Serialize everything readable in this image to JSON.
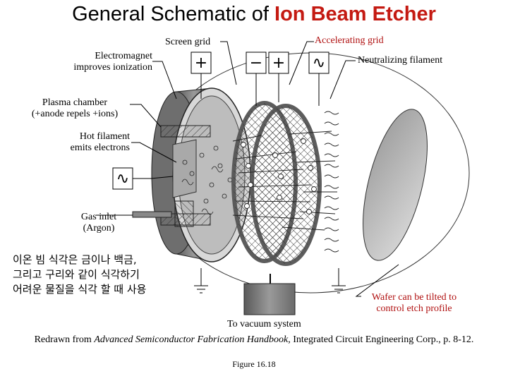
{
  "title": {
    "prefix": "General Schematic of ",
    "highlight": "Ion Beam Etcher"
  },
  "labels": {
    "screen_grid": "Screen grid",
    "accelerating_grid": "Accelerating grid",
    "electromagnet_line1": "Electromagnet",
    "electromagnet_line2": "improves ionization",
    "neutralizing_filament": "Neutralizing filament",
    "plasma_line1": "Plasma chamber",
    "plasma_line2": "(+anode repels +ions)",
    "hot_filament_line1": "Hot filament",
    "hot_filament_line2": "emits electrons",
    "gas_inlet_line1": "Gas inlet",
    "gas_inlet_line2": "(Argon)",
    "wafer_line1": "Wafer can be tilted to",
    "wafer_line2": "control etch profile",
    "vacuum": "To vacuum system"
  },
  "symbols": {
    "plus": "+",
    "minus": "−",
    "ac": "∿"
  },
  "korean_note": "이온 빔 식각은 금이나 백금, 그리고 구리와 같이 식각하기 어려운 물질을 식각 할 때 사용",
  "caption": {
    "prefix": "Redrawn from ",
    "italic": "Advanced Semiconductor Fabrication Handbook",
    "suffix": ", Integrated Circuit Engineering Corp., p. 8-12."
  },
  "figure": "Figure 16.18",
  "colors": {
    "title_highlight": "#c41a12",
    "wafer_note": "#b01010"
  }
}
